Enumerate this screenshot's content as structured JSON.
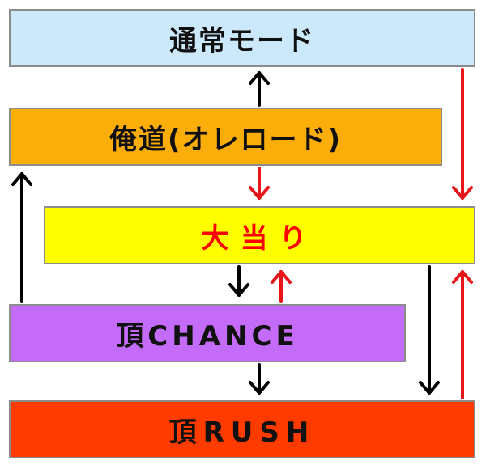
{
  "nodes": {
    "normal": {
      "label": "通常モード",
      "fill": "#cce8fb",
      "text_color": "#111111"
    },
    "ore": {
      "label": "俺道(オレロード)",
      "fill": "#fbad0a",
      "text_color": "#111111"
    },
    "hit": {
      "label": "大当り",
      "fill": "#ffff00",
      "text_color": "#ff0000"
    },
    "chance": {
      "label": "頂CHANCE",
      "fill": "#c46cf9",
      "text_color": "#111111"
    },
    "rush": {
      "label": "頂RUSH",
      "fill": "#ff3b00",
      "text_color": "#111111"
    }
  },
  "edges": [
    {
      "from": "ore",
      "to": "normal",
      "color": "black"
    },
    {
      "from": "ore",
      "to": "hit",
      "color": "red"
    },
    {
      "from": "normal",
      "to": "hit",
      "color": "red"
    },
    {
      "from": "chance",
      "to": "ore",
      "color": "black"
    },
    {
      "from": "hit",
      "to": "chance",
      "color": "black"
    },
    {
      "from": "chance",
      "to": "hit",
      "color": "red"
    },
    {
      "from": "chance",
      "to": "rush",
      "color": "black"
    },
    {
      "from": "hit",
      "to": "rush",
      "color": "black"
    },
    {
      "from": "rush",
      "to": "hit",
      "color": "red"
    }
  ],
  "colors": {
    "black": "#000000",
    "red": "#e8141a",
    "border": "#8c8c8c"
  }
}
